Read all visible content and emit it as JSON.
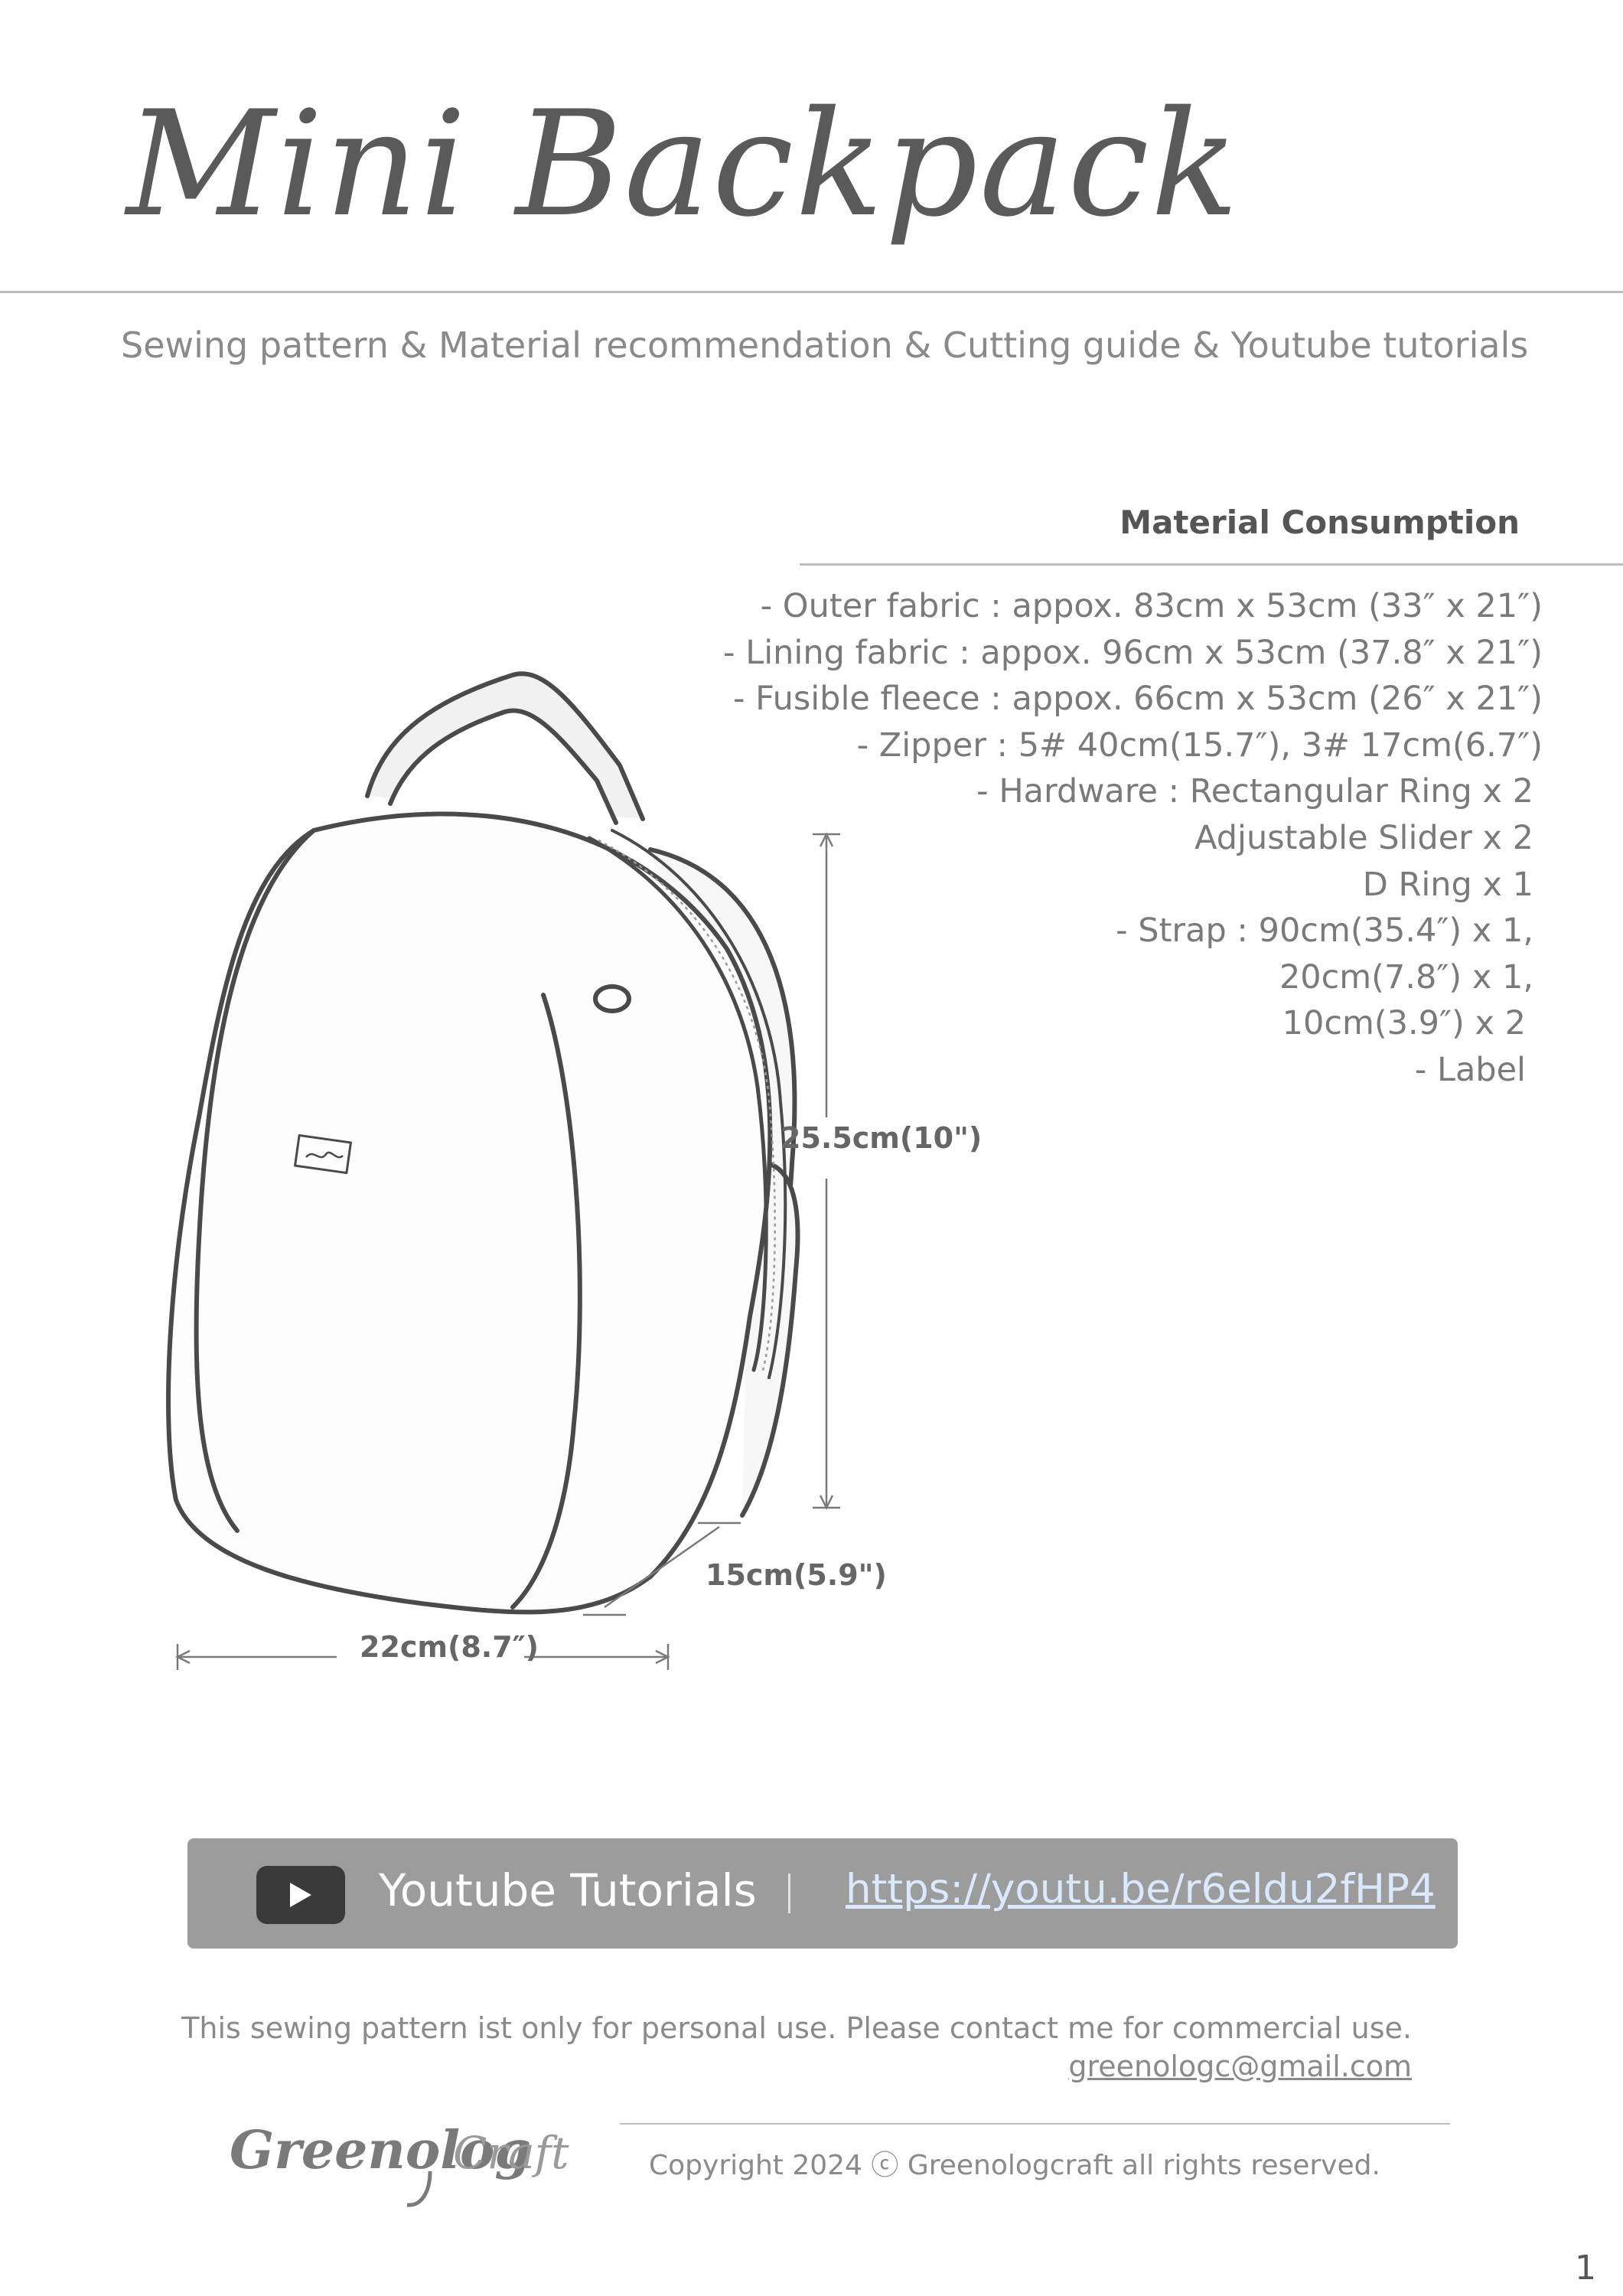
{
  "header": {
    "title": "Mini Backpack",
    "subtitle": "Sewing pattern & Material recommendation & Cutting guide & Youtube tutorials"
  },
  "materials": {
    "heading": "Material Consumption",
    "items": [
      "- Outer fabric : appox. 83cm x 53cm (33″ x 21″)",
      "- Lining fabric : appox. 96cm x 53cm (37.8″ x 21″)",
      "- Fusible fleece : appox. 66cm x 53cm (26″ x 21″)",
      "- Zipper : 5# 40cm(15.7″), 3# 17cm(6.7″)",
      "- Hardware : Rectangular Ring x 2",
      "Adjustable Slider x 2",
      "D Ring x 1",
      "- Strap : 90cm(35.4″) x 1,",
      "20cm(7.8″) x 1,",
      "10cm(3.9″) x 2",
      "- Label"
    ]
  },
  "dimensions": {
    "height": "25.5cm(10\")",
    "depth": "15cm(5.9\")",
    "width": "22cm(8.7″)"
  },
  "youtube": {
    "label": "Youtube Tutorials",
    "url": "https://youtu.be/r6eldu2fHP4",
    "icon": "youtube-play-icon"
  },
  "footer": {
    "notice": "This sewing pattern ist only for personal use. Please contact me for commercial use.",
    "email": "greenologc@gmail.com",
    "logo": "GreenologCraft",
    "copyright": "Copyright 2024 ⓒ Greenologcraft all rights reserved.",
    "page_number": "1"
  }
}
